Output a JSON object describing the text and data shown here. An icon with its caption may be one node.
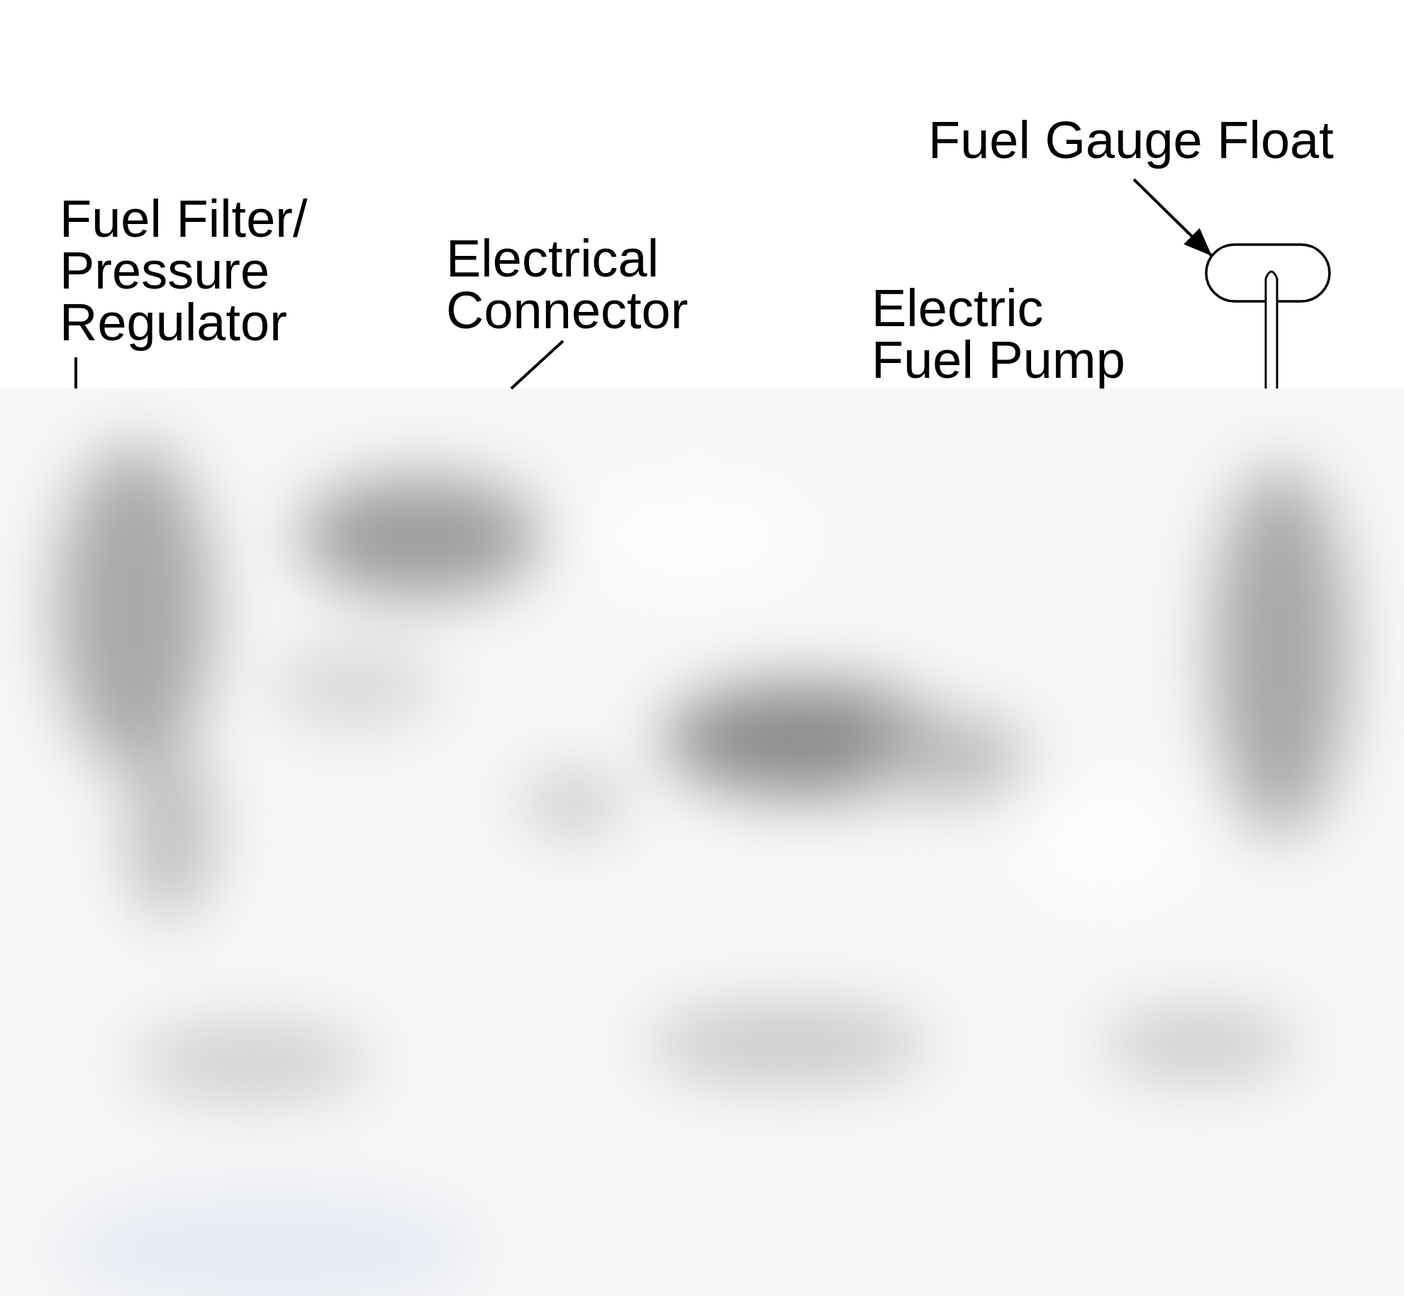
{
  "diagram": {
    "nodes": [
      {
        "text": [
          "Fuel Filter/ Pressure Regulator"
        ]
      },
      {
        "text": [
          "Electrical Connector"
        ]
      },
      {
        "text": [
          "Fuel Gauge Float"
        ]
      },
      {
        "text": [],
        "shape": "picture"
      }
    ],
    "edges": [
      {
        "from": 0,
        "to": null,
        "arrow": "none"
      },
      {
        "from": 1,
        "to": null,
        "arrow": "none"
      },
      {
        "from": 2,
        "to": 3,
        "arrow": "to"
      }
    ],
    "labels": [
      "Electric Fuel Pump"
    ]
  }
}
